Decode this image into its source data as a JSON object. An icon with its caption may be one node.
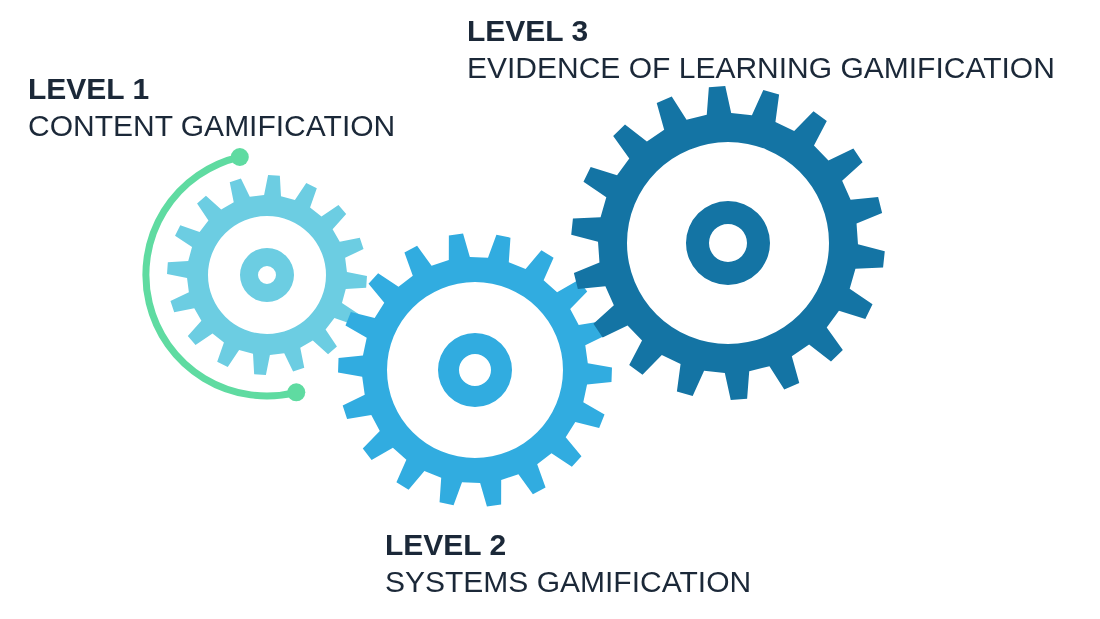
{
  "diagram": {
    "nodes": [
      {
        "text": [],
        "shape": "gear",
        "beside": [
          "LEVEL 1",
          "CONTENT GAMIFICATION"
        ]
      },
      {
        "text": [],
        "shape": "gear",
        "beside": [
          "LEVEL 2",
          "SYSTEMS GAMIFICATION"
        ]
      },
      {
        "text": [],
        "shape": "gear",
        "beside": [
          "LEVEL 3",
          "EVIDENCE OF LEARNING GAMIFICATION"
        ]
      }
    ]
  }
}
